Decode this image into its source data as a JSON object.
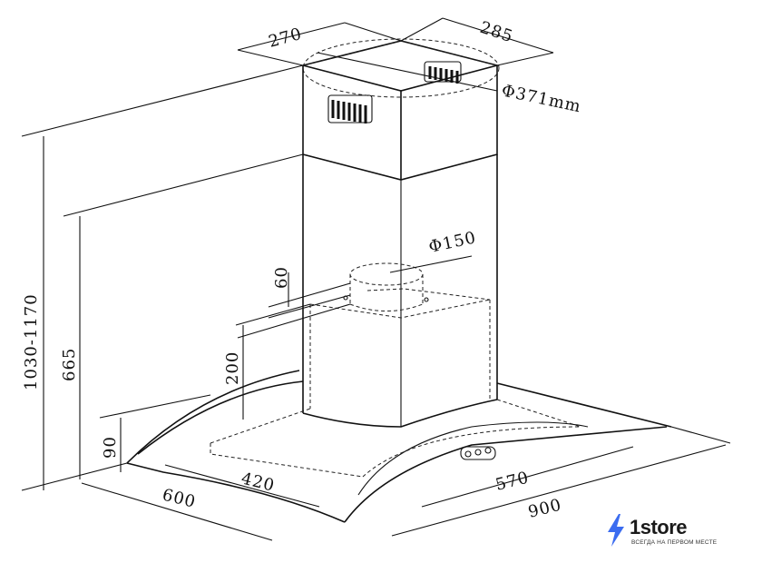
{
  "diagram": {
    "dimensions": {
      "chimney_width": "270",
      "chimney_depth": "285",
      "chimney_diameter": "Φ371mm",
      "outlet_diameter": "Φ150",
      "collar_height": "60",
      "motor_height": "200",
      "total_height": "1030-1170",
      "chimney_lower": "665",
      "canopy_height": "90",
      "depth": "600",
      "inner_depth": "420",
      "inner_width": "570",
      "width": "900"
    }
  },
  "brand": {
    "name": "1store",
    "tagline": "ВСЕГДА НА ПЕРВОМ МЕСТЕ",
    "accent_color": "#3b6cf0",
    "icon": "lightning-bolt-icon"
  }
}
